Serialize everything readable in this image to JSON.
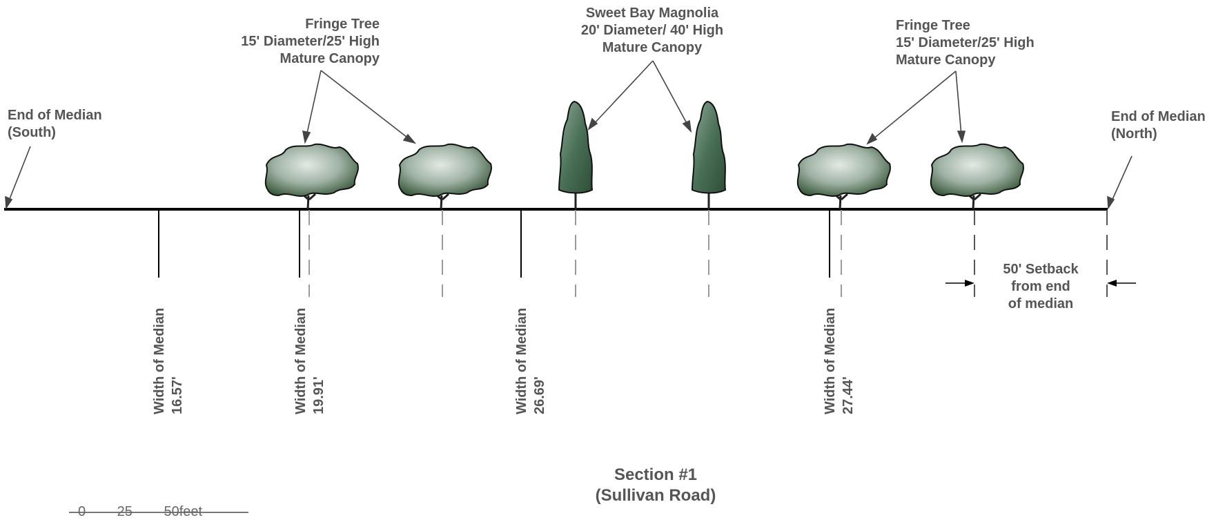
{
  "labels": {
    "end_south": [
      "End of Median",
      "(South)"
    ],
    "end_north": [
      "End of Median",
      "(North)"
    ],
    "fringe_left": [
      "Fringe Tree",
      "15' Diameter/25' High",
      "Mature Canopy"
    ],
    "magnolia": [
      "Sweet Bay Magnolia",
      "20' Diameter/ 40' High",
      "Mature Canopy"
    ],
    "fringe_right": [
      "Fringe Tree",
      "15' Diameter/25' High",
      "Mature Canopy"
    ],
    "setback": [
      "50' Setback",
      "from end",
      "of median"
    ]
  },
  "widths": [
    {
      "label": "Width of Median",
      "value": "16.57'"
    },
    {
      "label": "Width of Median",
      "value": "19.91'"
    },
    {
      "label": "Width of Median",
      "value": "26.69'"
    },
    {
      "label": "Width of Median",
      "value": "27.44'"
    }
  ],
  "section_title": [
    "Section #1",
    "(Sullivan Road)"
  ],
  "scale_text": "0 25 50feet",
  "colors": {
    "line": "#000000",
    "text": "#555555",
    "dash": "#9a9a9a",
    "canopy_dark": "#3c5a3a",
    "canopy_light": "#dfe6e2",
    "magnolia": "#3f6a4a"
  },
  "trees": [
    {
      "type": "fringe",
      "name": "fringe-tree-1"
    },
    {
      "type": "fringe",
      "name": "fringe-tree-2"
    },
    {
      "type": "magnolia",
      "name": "magnolia-tree-1"
    },
    {
      "type": "magnolia",
      "name": "magnolia-tree-2"
    },
    {
      "type": "fringe",
      "name": "fringe-tree-3"
    },
    {
      "type": "fringe",
      "name": "fringe-tree-4"
    }
  ]
}
